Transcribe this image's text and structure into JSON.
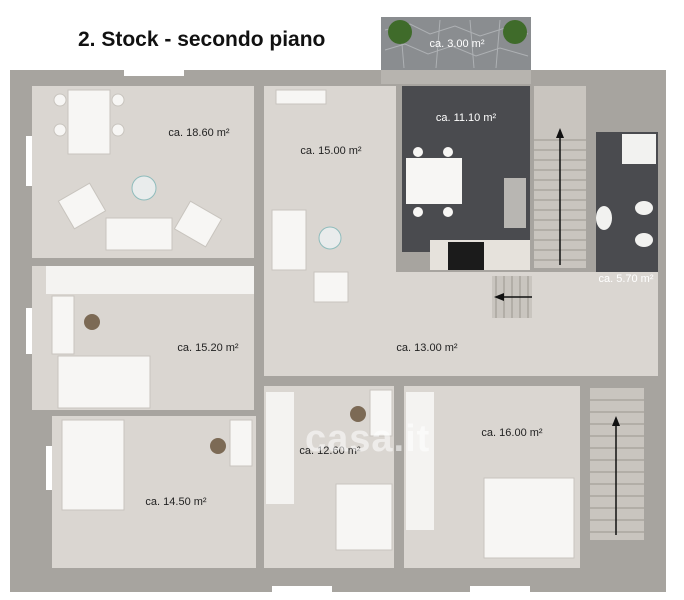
{
  "title": "2. Stock - secondo piano",
  "watermark": "casa.it",
  "rooms": {
    "terrace": "ca. 3.00 m²",
    "living_left": "ca. 18.60 m²",
    "living_center": "ca. 15.00 m²",
    "kitchen": "ca. 11.10 m²",
    "bathroom": "ca. 5.70 m²",
    "bedroom_1": "ca. 15.20 m²",
    "hall": "ca. 13.00 m²",
    "bedroom_2": "ca. 14.50 m²",
    "bedroom_3": "ca. 12.60 m²",
    "bedroom_4": "ca. 16.00 m²"
  },
  "colors": {
    "wall": "#a7a49f",
    "floor": "#dad6d1",
    "kitchen_floor": "#4a4b4f",
    "terrace_floor": "#8a8d90",
    "furniture": "#f7f6f4"
  }
}
